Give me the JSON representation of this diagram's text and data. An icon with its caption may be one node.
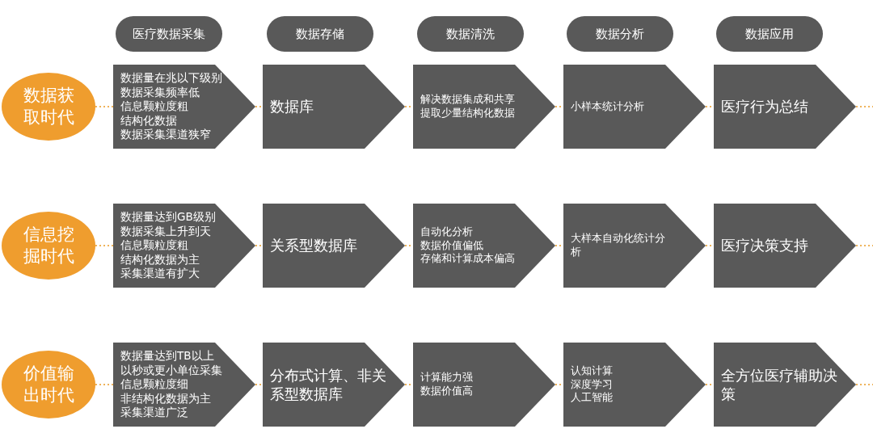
{
  "diagram": {
    "nodes": [
      {
        "text": [
          "医疗数据采集"
        ]
      },
      {
        "text": [
          "数据存储"
        ]
      },
      {
        "text": [
          "数据清洗"
        ]
      },
      {
        "text": [
          "数据分析"
        ]
      },
      {
        "text": [
          "数据应用"
        ]
      },
      {
        "text": [
          "数据获取时代"
        ]
      },
      {
        "text": [
          "数据量在兆以下级别",
          "数据采集频率低",
          "信息颗粒度粗",
          "结构化数据",
          "数据采集渠道狭窄"
        ]
      },
      {
        "text": [
          "数据库"
        ]
      },
      {
        "text": [
          "解决数据集成和共享",
          "提取少量结构化数据"
        ]
      },
      {
        "text": [
          "小样本统计分析"
        ]
      },
      {
        "text": [
          "医疗行为总结"
        ]
      },
      {
        "text": [
          "信息挖掘时代"
        ]
      },
      {
        "text": [
          "数据量达到GB级别",
          "数据采集上升到天",
          "信息颗粒度粗",
          "结构化数据为主",
          "采集渠道有扩大"
        ]
      },
      {
        "text": [
          "关系型数据库"
        ]
      },
      {
        "text": [
          "自动化分析",
          "数据价值偏低",
          "存储和计算成本偏高"
        ]
      },
      {
        "text": [
          "大样本自动化统计分析"
        ]
      },
      {
        "text": [
          "医疗决策支持"
        ]
      },
      {
        "text": [
          "价值输出时代"
        ]
      },
      {
        "text": [
          "数据量达到TB以上",
          "以秒或更小单位采集",
          "信息颗粒度细",
          "非结构化数据为主",
          "采集渠道广泛"
        ]
      },
      {
        "text": [
          "分布式计算、非关系型数据库"
        ]
      },
      {
        "text": [
          "计算能力强",
          "数据价值高"
        ]
      },
      {
        "text": [
          "认知计算",
          "深度学习",
          "人工智能"
        ]
      },
      {
        "text": [
          "全方位医疗辅助决策"
        ]
      }
    ],
    "edges": [
      {
        "from": 5,
        "to": 6,
        "arrow": "none",
        "style": "dashed"
      },
      {
        "from": 6,
        "to": 7,
        "arrow": "none",
        "style": "dashed"
      },
      {
        "from": 7,
        "to": 8,
        "arrow": "none",
        "style": "dashed"
      },
      {
        "from": 8,
        "to": 9,
        "arrow": "none",
        "style": "dashed"
      },
      {
        "from": 9,
        "to": 10,
        "arrow": "none",
        "style": "dashed"
      },
      {
        "from": 10,
        "to": null,
        "arrow": "none",
        "style": "dashed"
      },
      {
        "from": 11,
        "to": 12,
        "arrow": "none",
        "style": "dashed"
      },
      {
        "from": 12,
        "to": 13,
        "arrow": "none",
        "style": "dashed"
      },
      {
        "from": 13,
        "to": 14,
        "arrow": "none",
        "style": "dashed"
      },
      {
        "from": 14,
        "to": 15,
        "arrow": "none",
        "style": "dashed"
      },
      {
        "from": 15,
        "to": 16,
        "arrow": "none",
        "style": "dashed"
      },
      {
        "from": 16,
        "to": null,
        "arrow": "none",
        "style": "dashed"
      },
      {
        "from": 17,
        "to": 18,
        "arrow": "none",
        "style": "dashed"
      },
      {
        "from": 18,
        "to": 19,
        "arrow": "none",
        "style": "dashed"
      },
      {
        "from": 19,
        "to": 20,
        "arrow": "none",
        "style": "dashed"
      },
      {
        "from": 20,
        "to": 21,
        "arrow": "none",
        "style": "dashed"
      },
      {
        "from": 21,
        "to": 22,
        "arrow": "none",
        "style": "dashed"
      },
      {
        "from": 22,
        "to": null,
        "arrow": "none",
        "style": "dashed"
      }
    ]
  }
}
